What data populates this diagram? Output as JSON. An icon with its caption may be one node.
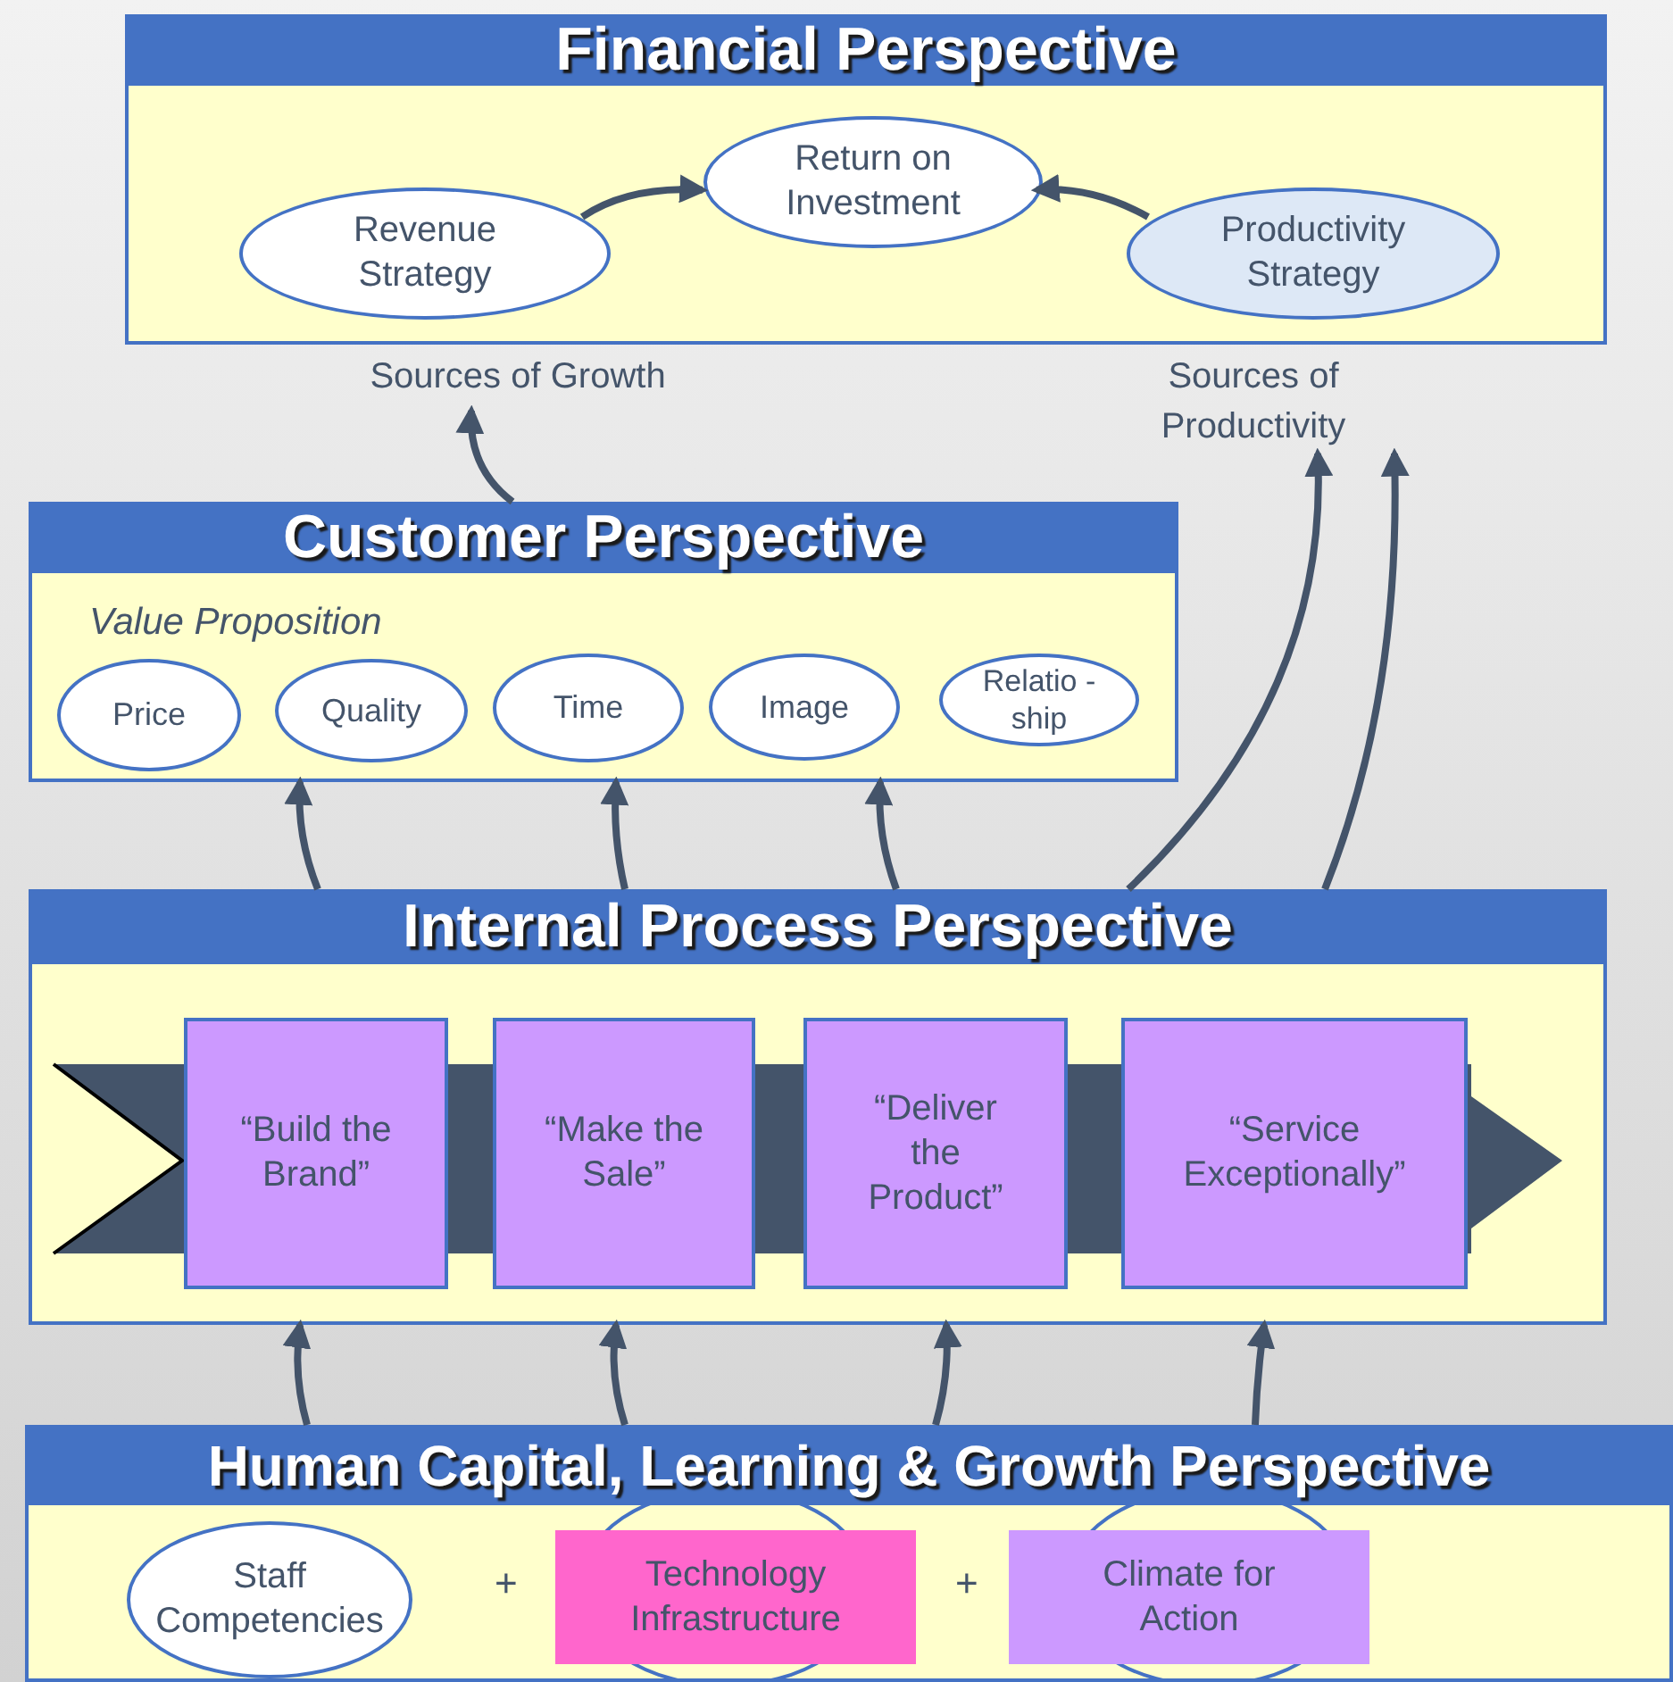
{
  "diagram": {
    "nodes": [
      {
        "text": [
          "Financial Perspective"
        ]
      },
      {
        "text": [
          "Return on Investment"
        ],
        "in": 0
      },
      {
        "text": [
          "Revenue Strategy"
        ],
        "in": 0
      },
      {
        "text": [
          "Productivity Strategy"
        ],
        "in": 0
      },
      {
        "text": [
          "Sources of Growth"
        ]
      },
      {
        "text": [
          "Sources of Productivity"
        ]
      },
      {
        "text": [
          "Customer Perspective",
          "Value Proposition"
        ]
      },
      {
        "text": [
          "Price"
        ],
        "in": 6
      },
      {
        "text": [
          "Quality"
        ],
        "in": 6
      },
      {
        "text": [
          "Time"
        ],
        "in": 6
      },
      {
        "text": [
          "Image"
        ],
        "in": 6
      },
      {
        "text": [
          "Relatio -ship"
        ],
        "in": 6
      },
      {
        "text": [
          "Internal Process Perspective"
        ]
      },
      {
        "text": [
          "“Build the Brand”"
        ],
        "in": 12
      },
      {
        "text": [
          "“Make the Sale”"
        ],
        "in": 12
      },
      {
        "text": [
          "“Deliver the Product”"
        ],
        "in": 12
      },
      {
        "text": [
          "“Service Exceptionally”"
        ],
        "in": 12
      },
      {
        "text": [
          "Human Capital, Learning & Growth Perspective"
        ]
      },
      {
        "text": [
          "Staff Competencies"
        ],
        "in": 17
      },
      {
        "text": [
          "Technology Infrastructure"
        ],
        "in": 17
      },
      {
        "text": [
          "Climate for Action"
        ],
        "in": 17
      }
    ],
    "edges": [
      {
        "from": 2,
        "to": 1,
        "arrow": "to"
      },
      {
        "from": 3,
        "to": 1,
        "arrow": "to"
      },
      {
        "from": 6,
        "to": 4,
        "arrow": "to"
      },
      {
        "from": 12,
        "to": 5,
        "arrow": "to"
      },
      {
        "from": 12,
        "to": 5,
        "arrow": "to"
      },
      {
        "from": 12,
        "to": 6,
        "arrow": "to"
      },
      {
        "from": 12,
        "to": 6,
        "arrow": "to"
      },
      {
        "from": 12,
        "to": 6,
        "arrow": "to"
      },
      {
        "from": 17,
        "to": 12,
        "arrow": "to"
      },
      {
        "from": 17,
        "to": 12,
        "arrow": "to"
      },
      {
        "from": 17,
        "to": 12,
        "arrow": "to"
      },
      {
        "from": 17,
        "to": 12,
        "arrow": "to"
      }
    ],
    "labels": [
      "+",
      "+"
    ]
  }
}
